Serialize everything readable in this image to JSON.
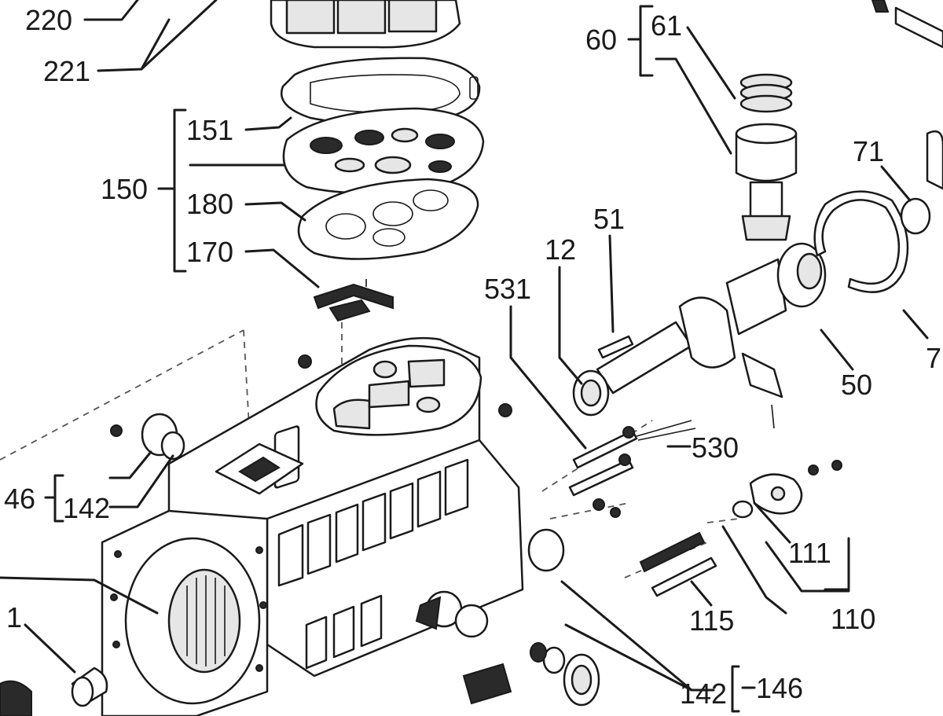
{
  "diagram": {
    "labels": {
      "l220": "220",
      "l221": "221",
      "l60": "60",
      "l61": "61",
      "l151": "151",
      "l150": "150",
      "l180": "180",
      "l170": "170",
      "l71": "71",
      "l7": "7",
      "l51": "51",
      "l12": "12",
      "l531": "531",
      "l50": "50",
      "l530": "530",
      "l46": "46",
      "l142a": "142",
      "l111": "111",
      "l110": "110",
      "l115": "115",
      "l1": "1",
      "l142b": "142",
      "l146": "146"
    }
  }
}
